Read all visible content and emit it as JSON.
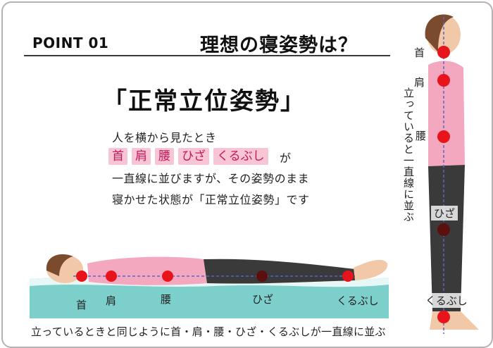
{
  "header": {
    "point_label": "POINT 01",
    "headline": "理想の寝姿勢は？"
  },
  "main": {
    "big_title": "「正常立位姿勢」",
    "line1": "人を横から見たとき",
    "tags": [
      "首",
      "肩",
      "腰",
      "ひざ",
      "くるぶし"
    ],
    "tag_suffix": "が",
    "line3": "一直線に並びますが、その姿勢のまま",
    "line4": "寝かせた状態が「正常立位姿勢」です"
  },
  "standing": {
    "vertical_text": "立っていると一直線に並ぶ",
    "labels": {
      "neck": "首",
      "shoulder": "肩",
      "waist": "腰",
      "knee": "ひざ",
      "ankle": "くるぶし"
    }
  },
  "lying": {
    "labels": {
      "neck": "首",
      "shoulder": "肩",
      "waist": "腰",
      "knee": "ひざ",
      "ankle": "くるぶし"
    }
  },
  "caption": "立っているときと同じように首・肩・腰・ひざ・くるぶしが一直線に並ぶ",
  "colors": {
    "accent_pink": "#f7c5d3",
    "dot_red": "#e8141c",
    "mattress": "#7dcfcc",
    "shirt": "#f4a8c0",
    "pants": "#3a3a3a",
    "line_blue": "#5a62c8"
  }
}
